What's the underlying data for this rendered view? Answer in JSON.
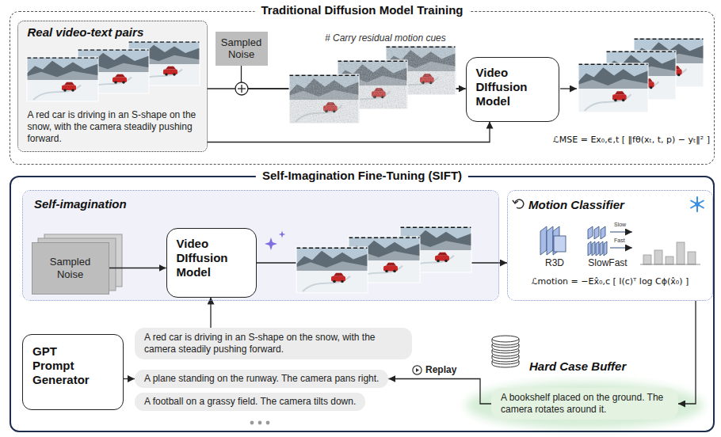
{
  "diagram": {
    "nodes": [
      {
        "text": [
          "Traditional Diffusion Model Training"
        ]
      },
      {
        "text": [
          "Real video-text pairs",
          "A red car is driving in an S-shape on the snow, with the camera steadily pushing forward."
        ],
        "in": 0
      },
      {
        "text": [
          "Sampled Noise"
        ],
        "in": 0
      },
      {
        "text": [
          "Video DIffusion Model"
        ],
        "in": 0
      },
      {
        "text": [
          "Self-Imagination Fine-Tuning (SIFT)"
        ]
      },
      {
        "text": [
          "Self-imagination"
        ],
        "in": 4
      },
      {
        "text": [
          "Sampled Noise"
        ],
        "in": 5
      },
      {
        "text": [
          "Video DIffusion Model"
        ],
        "in": 5
      },
      {
        "text": [
          "Motion Classifier",
          "R3D",
          "SlowFast",
          "ℒmotion = −Ex̂₀,c [ I(c)ᵀ log Cϕ(x̂₀) ]"
        ],
        "in": 4
      },
      {
        "text": [
          "GPT Prompt Generator"
        ],
        "in": 4
      },
      {
        "text": [
          "A red car is driving in an S-shape on the snow, with the camera steadily pushing forward."
        ],
        "in": 4
      },
      {
        "text": [
          "A plane standing on the runway. The camera pans right."
        ],
        "in": 4
      },
      {
        "text": [
          "A football on a grassy field. The camera tilts down."
        ],
        "in": 4
      },
      {
        "text": [
          "Hard Case Buffer",
          "A bookshelf placed on the ground. The camera rotates around it."
        ],
        "in": 4
      }
    ],
    "edges": [
      {
        "from": 1,
        "to": 3,
        "arrow": "to"
      },
      {
        "from": 2,
        "to": 3,
        "arrow": "to"
      },
      {
        "from": 1,
        "to": 3,
        "arrow": "to"
      },
      {
        "from": 6,
        "to": 7,
        "arrow": "to"
      },
      {
        "from": 7,
        "to": 8,
        "arrow": "to"
      },
      {
        "from": 8,
        "to": 13,
        "arrow": "to"
      },
      {
        "from": 13,
        "to": 11,
        "label": "Replay",
        "arrow": "to"
      },
      {
        "from": 9,
        "to": 11,
        "arrow": "to"
      },
      {
        "from": 10,
        "to": 7,
        "arrow": "to"
      }
    ],
    "labels": [
      "# Carry residual motion cues",
      "ℒMSE = Ex₀,ϵ,t [ ‖fθ(xₜ, t, p) − yₜ‖² ]",
      "Slow",
      "Fast"
    ]
  }
}
